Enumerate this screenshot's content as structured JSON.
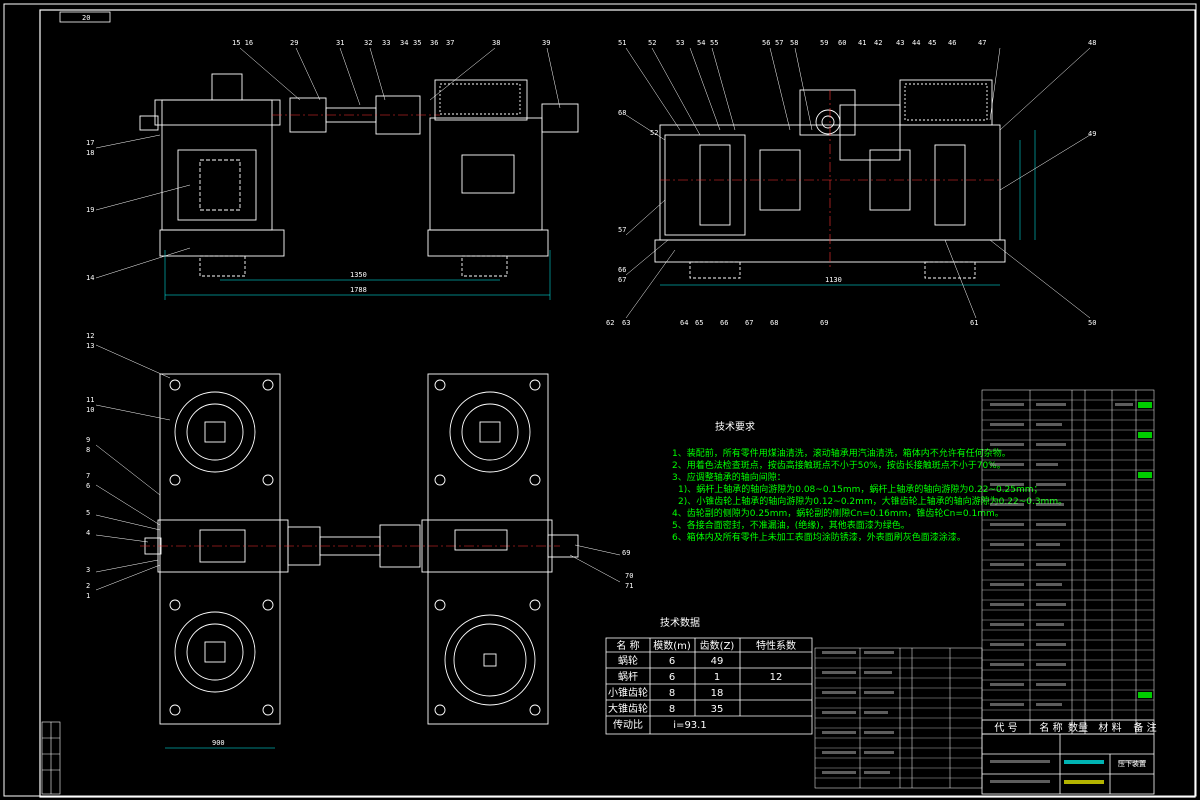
{
  "sheet": {
    "sheet_no": "20",
    "title_block_name": "压下装置"
  },
  "technical_requirements": {
    "heading": "技术要求",
    "items": [
      "1、装配前，所有零件用煤油清洗，滚动轴承用汽油清洗，箱体内不允许有任何杂物。",
      "2、用着色法检查斑点，按齿高接触斑点不小于50%，按齿长接触斑点不小于70%。",
      "3、应调整轴承的轴向间隙：",
      "1)、蜗杆上轴承的轴向游隙为0.08~0.15mm，蜗杆上轴承的轴向游隙为0.22~0.25mm；",
      "2)、小锥齿轮上轴承的轴向游隙为0.12~0.2mm，大锥齿轮上轴承的轴向游隙为0.22~0.3mm。",
      "4、齿轮副的侧隙为0.25mm，蜗轮副的侧隙Cn=0.16mm，锥齿轮Cn=0.1mm。",
      "5、各接合面密封，不准漏油，(绝缘)，其他表面漆为绿色。",
      "6、箱体内及所有零件上未加工表面均涂防锈漆，外表面刷灰色面漆涂漆。"
    ]
  },
  "technical_data": {
    "heading": "技术数据",
    "columns": [
      "名 称",
      "模数(m)",
      "齿数(Z)",
      "特性系数"
    ],
    "rows": [
      [
        "蜗轮",
        "6",
        "49",
        ""
      ],
      [
        "蜗杆",
        "6",
        "1",
        "12"
      ],
      [
        "小锥齿轮",
        "8",
        "18",
        ""
      ],
      [
        "大锥齿轮",
        "8",
        "35",
        ""
      ]
    ],
    "ratio_label": "传动比",
    "ratio_value": "i=93.1"
  },
  "balloons_top_left": [
    "15 16",
    "29",
    "31",
    "32",
    "33",
    "34",
    "35",
    "36",
    "37",
    "38",
    "39"
  ],
  "balloons_top_right": [
    "51",
    "52",
    "53",
    "54",
    "55",
    "56",
    "57",
    "58",
    "59",
    "60",
    "41",
    "42",
    "43",
    "44",
    "45",
    "46",
    "47",
    "48"
  ],
  "balloons_bottom_right": [
    "62",
    "63",
    "64",
    "65",
    "66",
    "67",
    "68",
    "69",
    "61"
  ],
  "balloons_left_side": [
    "17",
    "18",
    "19",
    "14",
    "12",
    "13",
    "11",
    "10",
    "9",
    "8",
    "7",
    "6",
    "5",
    "4",
    "3",
    "2",
    "1"
  ],
  "balloons_right_mid": [
    "49",
    "50",
    "52",
    "57",
    "66",
    "67",
    "68",
    "69",
    "70",
    "71"
  ],
  "dimensions": {
    "d1": "1350",
    "d2": "1788",
    "d3": "1130",
    "d4": "900"
  },
  "bom_footer": {
    "code": "代 号",
    "name": "名 称",
    "qty": "数量",
    "material": "材 料",
    "note": "备 注"
  },
  "colors": {
    "background": "#000000",
    "line": "#ffffff",
    "text_green": "#00ff00",
    "dim": "#00ffff",
    "accent_yellow": "#ffff00",
    "accent_red": "#ff3333"
  }
}
